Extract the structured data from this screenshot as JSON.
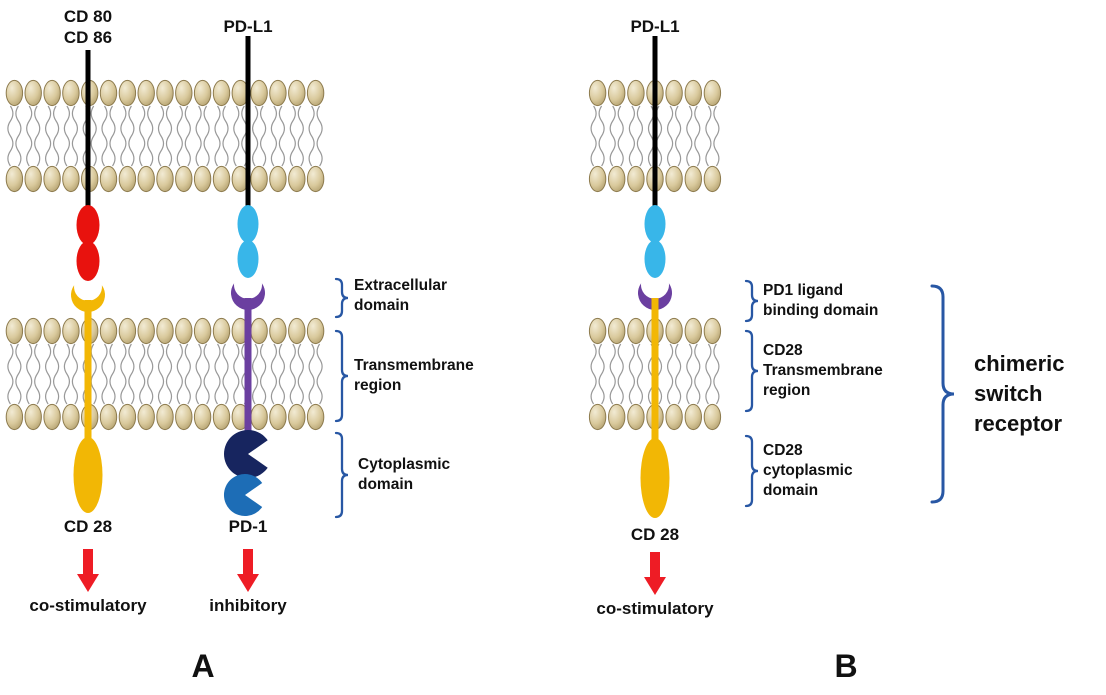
{
  "colors": {
    "membrane-head": "#d9c99c",
    "membrane-outline": "#8d7b4e",
    "membrane-tail": "#999999",
    "ligand-red": "#e8120e",
    "cd28-yellow": "#f2b705",
    "pdl1-cyan": "#38b6e9",
    "pd1-purple": "#6b3fa0",
    "pd1-navy": "#17255f",
    "pd1-blue": "#1d6db6",
    "arrow-red": "#ee1c25",
    "brace-blue": "#2857a4",
    "text": "#111111"
  },
  "panel_a": {
    "panel_label": "A",
    "cd28_axis": {
      "ligand_line1": "CD 80",
      "ligand_line2": "CD 86",
      "receptor": "CD 28",
      "effect": "co-stimulatory"
    },
    "pd1_axis": {
      "ligand": "PD-L1",
      "receptor": "PD-1",
      "effect": "inhibitory"
    },
    "regions": {
      "extracellular": {
        "line1": "Extracellular",
        "line2": "domain"
      },
      "transmembrane": {
        "line1": "Transmembrane",
        "line2": "region"
      },
      "cytoplasmic": {
        "line1": "Cytoplasmic",
        "line2": "domain"
      }
    }
  },
  "panel_b": {
    "panel_label": "B",
    "axis": {
      "ligand": "PD-L1",
      "receptor": "CD 28",
      "effect": "co-stimulatory"
    },
    "regions": {
      "pd1_ligand_binding": {
        "line1": "PD1 ligand",
        "line2": "binding domain"
      },
      "cd28_transmembrane": {
        "line1": "CD28",
        "line2": "Transmembrane",
        "line3": "region"
      },
      "cd28_cytoplasmic": {
        "line1": "CD28",
        "line2": "cytoplasmic",
        "line3": "domain"
      }
    },
    "chimeric_label": {
      "line1": "chimeric",
      "line2": "switch",
      "line3": "receptor"
    }
  }
}
